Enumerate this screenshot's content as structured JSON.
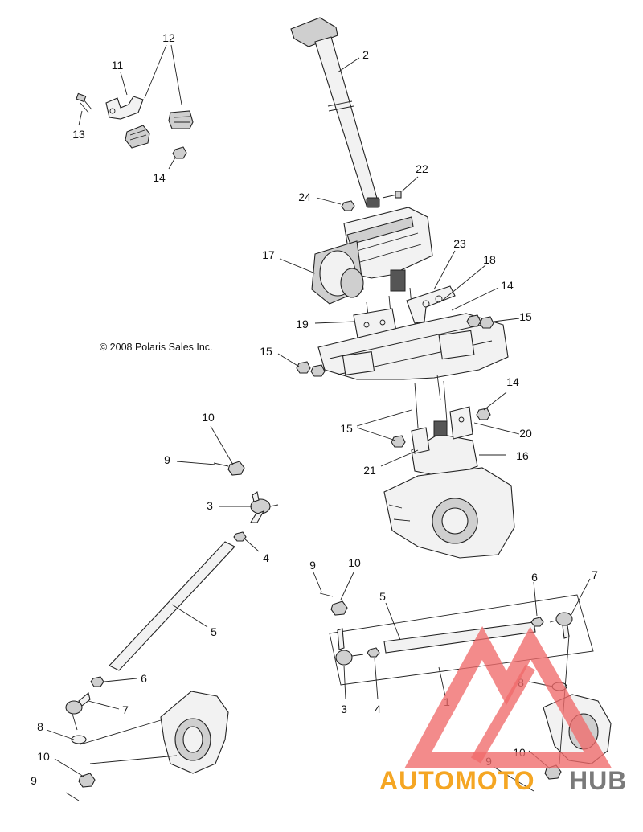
{
  "copyright": "© 2008 Polaris Sales Inc.",
  "watermark": {
    "text_orange": "AUTOMOTO",
    "text_gray": "HUB",
    "colors": {
      "mark": "#f06a6a",
      "orange": "#f5a623",
      "gray": "#7a7a7a"
    }
  },
  "callouts": {
    "n1": "1",
    "n2": "2",
    "n3a": "3",
    "n3b": "3",
    "n4a": "4",
    "n4b": "4",
    "n5a": "5",
    "n5b": "5",
    "n6a": "6",
    "n6b": "6",
    "n7a": "7",
    "n7b": "7",
    "n8a": "8",
    "n8b": "8",
    "n9a": "9",
    "n9b": "9",
    "n9c": "9",
    "n9d": "9",
    "n10a": "10",
    "n10b": "10",
    "n10c": "10",
    "n10d": "10",
    "n11": "11",
    "n12": "12",
    "n13": "13",
    "n14a": "14",
    "n14b": "14",
    "n14c": "14",
    "n15a": "15",
    "n15b": "15",
    "n15c": "15",
    "n16": "16",
    "n17": "17",
    "n18": "18",
    "n19": "19",
    "n20": "20",
    "n21": "21",
    "n22": "22",
    "n23": "23",
    "n24": "24"
  }
}
